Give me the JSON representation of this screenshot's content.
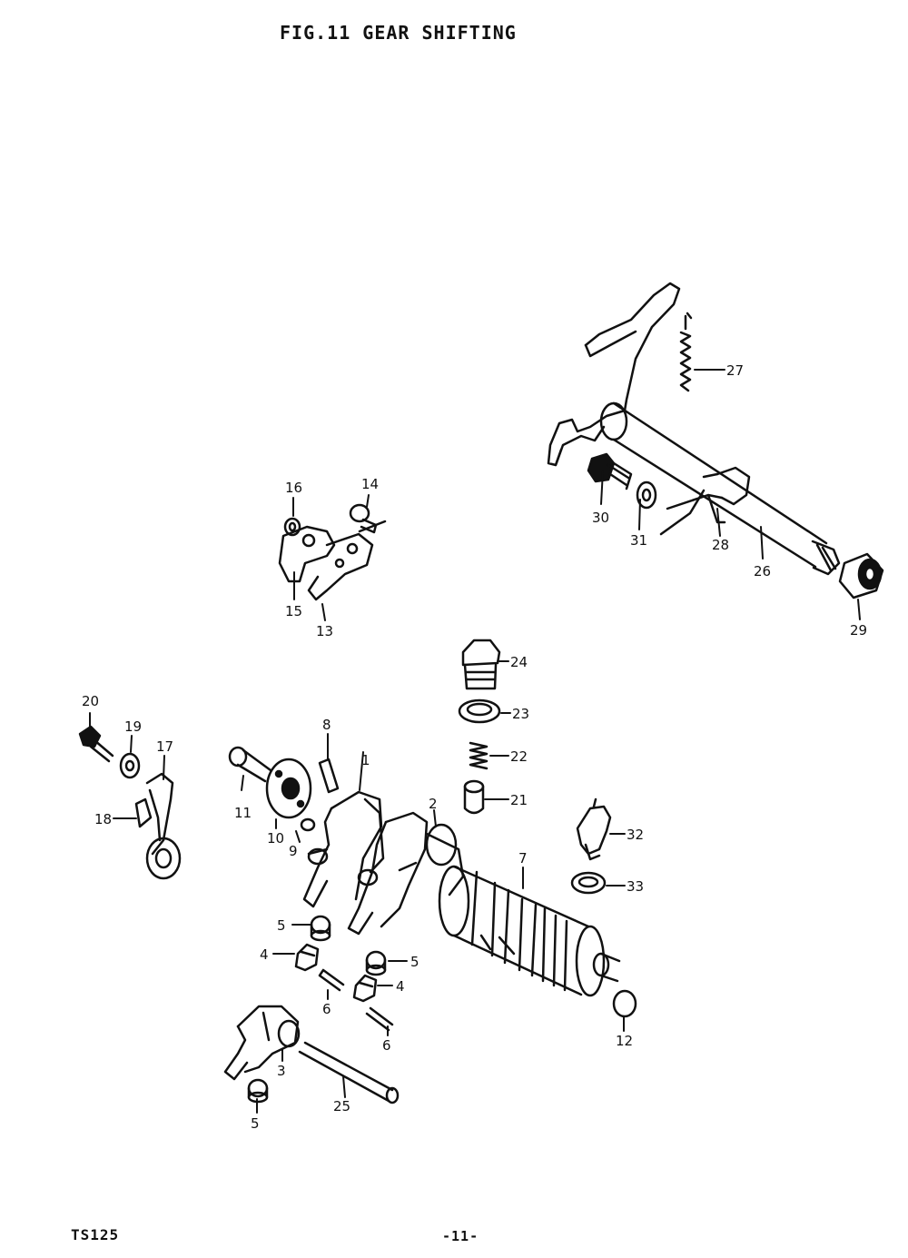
{
  "figure": {
    "title": "FIG.11  GEAR SHIFTING"
  },
  "footer": {
    "model": "TS125",
    "page": "-11-"
  },
  "parts": [
    {
      "key": "p1",
      "number": "1"
    },
    {
      "key": "p2",
      "number": "2"
    },
    {
      "key": "p3",
      "number": "3"
    },
    {
      "key": "p4a",
      "number": "4"
    },
    {
      "key": "p4b",
      "number": "4"
    },
    {
      "key": "p5a",
      "number": "5"
    },
    {
      "key": "p5b",
      "number": "5"
    },
    {
      "key": "p5c",
      "number": "5"
    },
    {
      "key": "p6a",
      "number": "6"
    },
    {
      "key": "p6b",
      "number": "6"
    },
    {
      "key": "p7",
      "number": "7"
    },
    {
      "key": "p8",
      "number": "8"
    },
    {
      "key": "p9",
      "number": "9"
    },
    {
      "key": "p10",
      "number": "10"
    },
    {
      "key": "p11",
      "number": "11"
    },
    {
      "key": "p12",
      "number": "12"
    },
    {
      "key": "p13",
      "number": "13"
    },
    {
      "key": "p14",
      "number": "14"
    },
    {
      "key": "p15",
      "number": "15"
    },
    {
      "key": "p16",
      "number": "16"
    },
    {
      "key": "p17",
      "number": "17"
    },
    {
      "key": "p18",
      "number": "18"
    },
    {
      "key": "p19",
      "number": "19"
    },
    {
      "key": "p20",
      "number": "20"
    },
    {
      "key": "p21",
      "number": "21"
    },
    {
      "key": "p22",
      "number": "22"
    },
    {
      "key": "p23",
      "number": "23"
    },
    {
      "key": "p24",
      "number": "24"
    },
    {
      "key": "p25",
      "number": "25"
    },
    {
      "key": "p26",
      "number": "26"
    },
    {
      "key": "p27",
      "number": "27"
    },
    {
      "key": "p28",
      "number": "28"
    },
    {
      "key": "p29",
      "number": "29"
    },
    {
      "key": "p30",
      "number": "30"
    },
    {
      "key": "p31",
      "number": "31"
    },
    {
      "key": "p32",
      "number": "32"
    },
    {
      "key": "p33",
      "number": "33"
    }
  ]
}
